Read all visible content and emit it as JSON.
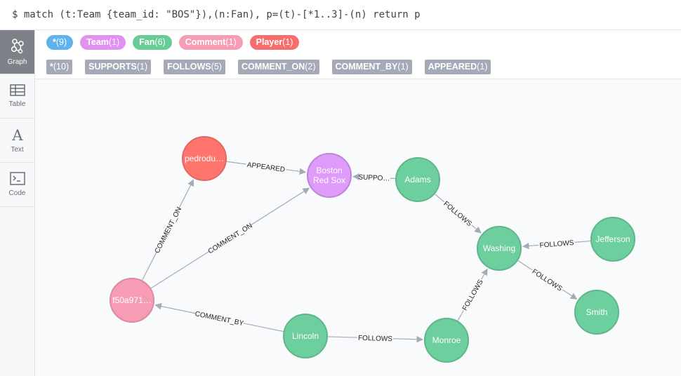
{
  "query": {
    "text": "$ match (t:Team {team_id: \"BOS\"}),(n:Fan), p=(t)-[*1..3]-(n) return p"
  },
  "sidebar": {
    "items": [
      {
        "id": "graph",
        "label": "Graph",
        "icon": "graph-view-icon",
        "active": true
      },
      {
        "id": "table",
        "label": "Table",
        "icon": "table-icon",
        "active": false
      },
      {
        "id": "text",
        "label": "Text",
        "icon": "text-icon",
        "active": false
      },
      {
        "id": "code",
        "label": "Code",
        "icon": "code-icon",
        "active": false
      }
    ]
  },
  "node_labels": [
    {
      "name": "*",
      "count": "(9)",
      "color": "#5fb2ed",
      "text_color": "#ffffff"
    },
    {
      "name": "Team",
      "count": "(1)",
      "color": "#df92f0",
      "text_color": "#ffffff"
    },
    {
      "name": "Fan",
      "count": "(6)",
      "color": "#68cc95",
      "text_color": "#ffffff"
    },
    {
      "name": "Comment",
      "count": "(1)",
      "color": "#f79cb5",
      "text_color": "#ffffff"
    },
    {
      "name": "Player",
      "count": "(1)",
      "color": "#f66e6b",
      "text_color": "#ffffff"
    }
  ],
  "relationship_types": [
    {
      "name": "*",
      "count": "(10)"
    },
    {
      "name": "SUPPORTS",
      "count": "(1)"
    },
    {
      "name": "FOLLOWS",
      "count": "(5)"
    },
    {
      "name": "COMMENT_ON",
      "count": "(2)"
    },
    {
      "name": "COMMENT_BY",
      "count": "(1)"
    },
    {
      "name": "APPEARED",
      "count": "(1)"
    }
  ],
  "graph": {
    "colors": {
      "Team": {
        "fill": "#de9bf9",
        "stroke": "#bf85d6"
      },
      "Fan": {
        "fill": "#6dce9e",
        "stroke": "#60b58b"
      },
      "Comment": {
        "fill": "#f79cb5",
        "stroke": "#dc8ba1"
      },
      "Player": {
        "fill": "#ff756e",
        "stroke": "#e06760"
      },
      "edge": "#a5abb6"
    },
    "nodes": [
      {
        "id": "player",
        "label": "Player",
        "caption": [
          "pedrodu…"
        ]
      },
      {
        "id": "team",
        "label": "Team",
        "caption": [
          "Boston",
          "Red Sox"
        ]
      },
      {
        "id": "adams",
        "label": "Fan",
        "caption": [
          "Adams"
        ]
      },
      {
        "id": "washing",
        "label": "Fan",
        "caption": [
          "Washing"
        ]
      },
      {
        "id": "jefferson",
        "label": "Fan",
        "caption": [
          "Jefferson"
        ]
      },
      {
        "id": "smith",
        "label": "Fan",
        "caption": [
          "Smith"
        ]
      },
      {
        "id": "comment",
        "label": "Comment",
        "caption": [
          "f50a971…"
        ]
      },
      {
        "id": "lincoln",
        "label": "Fan",
        "caption": [
          "Lincoln"
        ]
      },
      {
        "id": "monroe",
        "label": "Fan",
        "caption": [
          "Monroe"
        ]
      }
    ],
    "edges": [
      {
        "source": "player",
        "target": "team",
        "type": "APPEARED"
      },
      {
        "source": "adams",
        "target": "team",
        "type": "SUPPO…"
      },
      {
        "source": "adams",
        "target": "washing",
        "type": "FOLLOWS"
      },
      {
        "source": "jefferson",
        "target": "washing",
        "type": "FOLLOWS"
      },
      {
        "source": "washing",
        "target": "smith",
        "type": "FOLLOWS"
      },
      {
        "source": "monroe",
        "target": "washing",
        "type": "FOLLOWS"
      },
      {
        "source": "lincoln",
        "target": "monroe",
        "type": "FOLLOWS"
      },
      {
        "source": "lincoln",
        "target": "comment",
        "type": "COMMENT_BY"
      },
      {
        "source": "comment",
        "target": "player",
        "type": "COMMENT_ON"
      },
      {
        "source": "comment",
        "target": "team",
        "type": "COMMENT_ON"
      }
    ]
  }
}
